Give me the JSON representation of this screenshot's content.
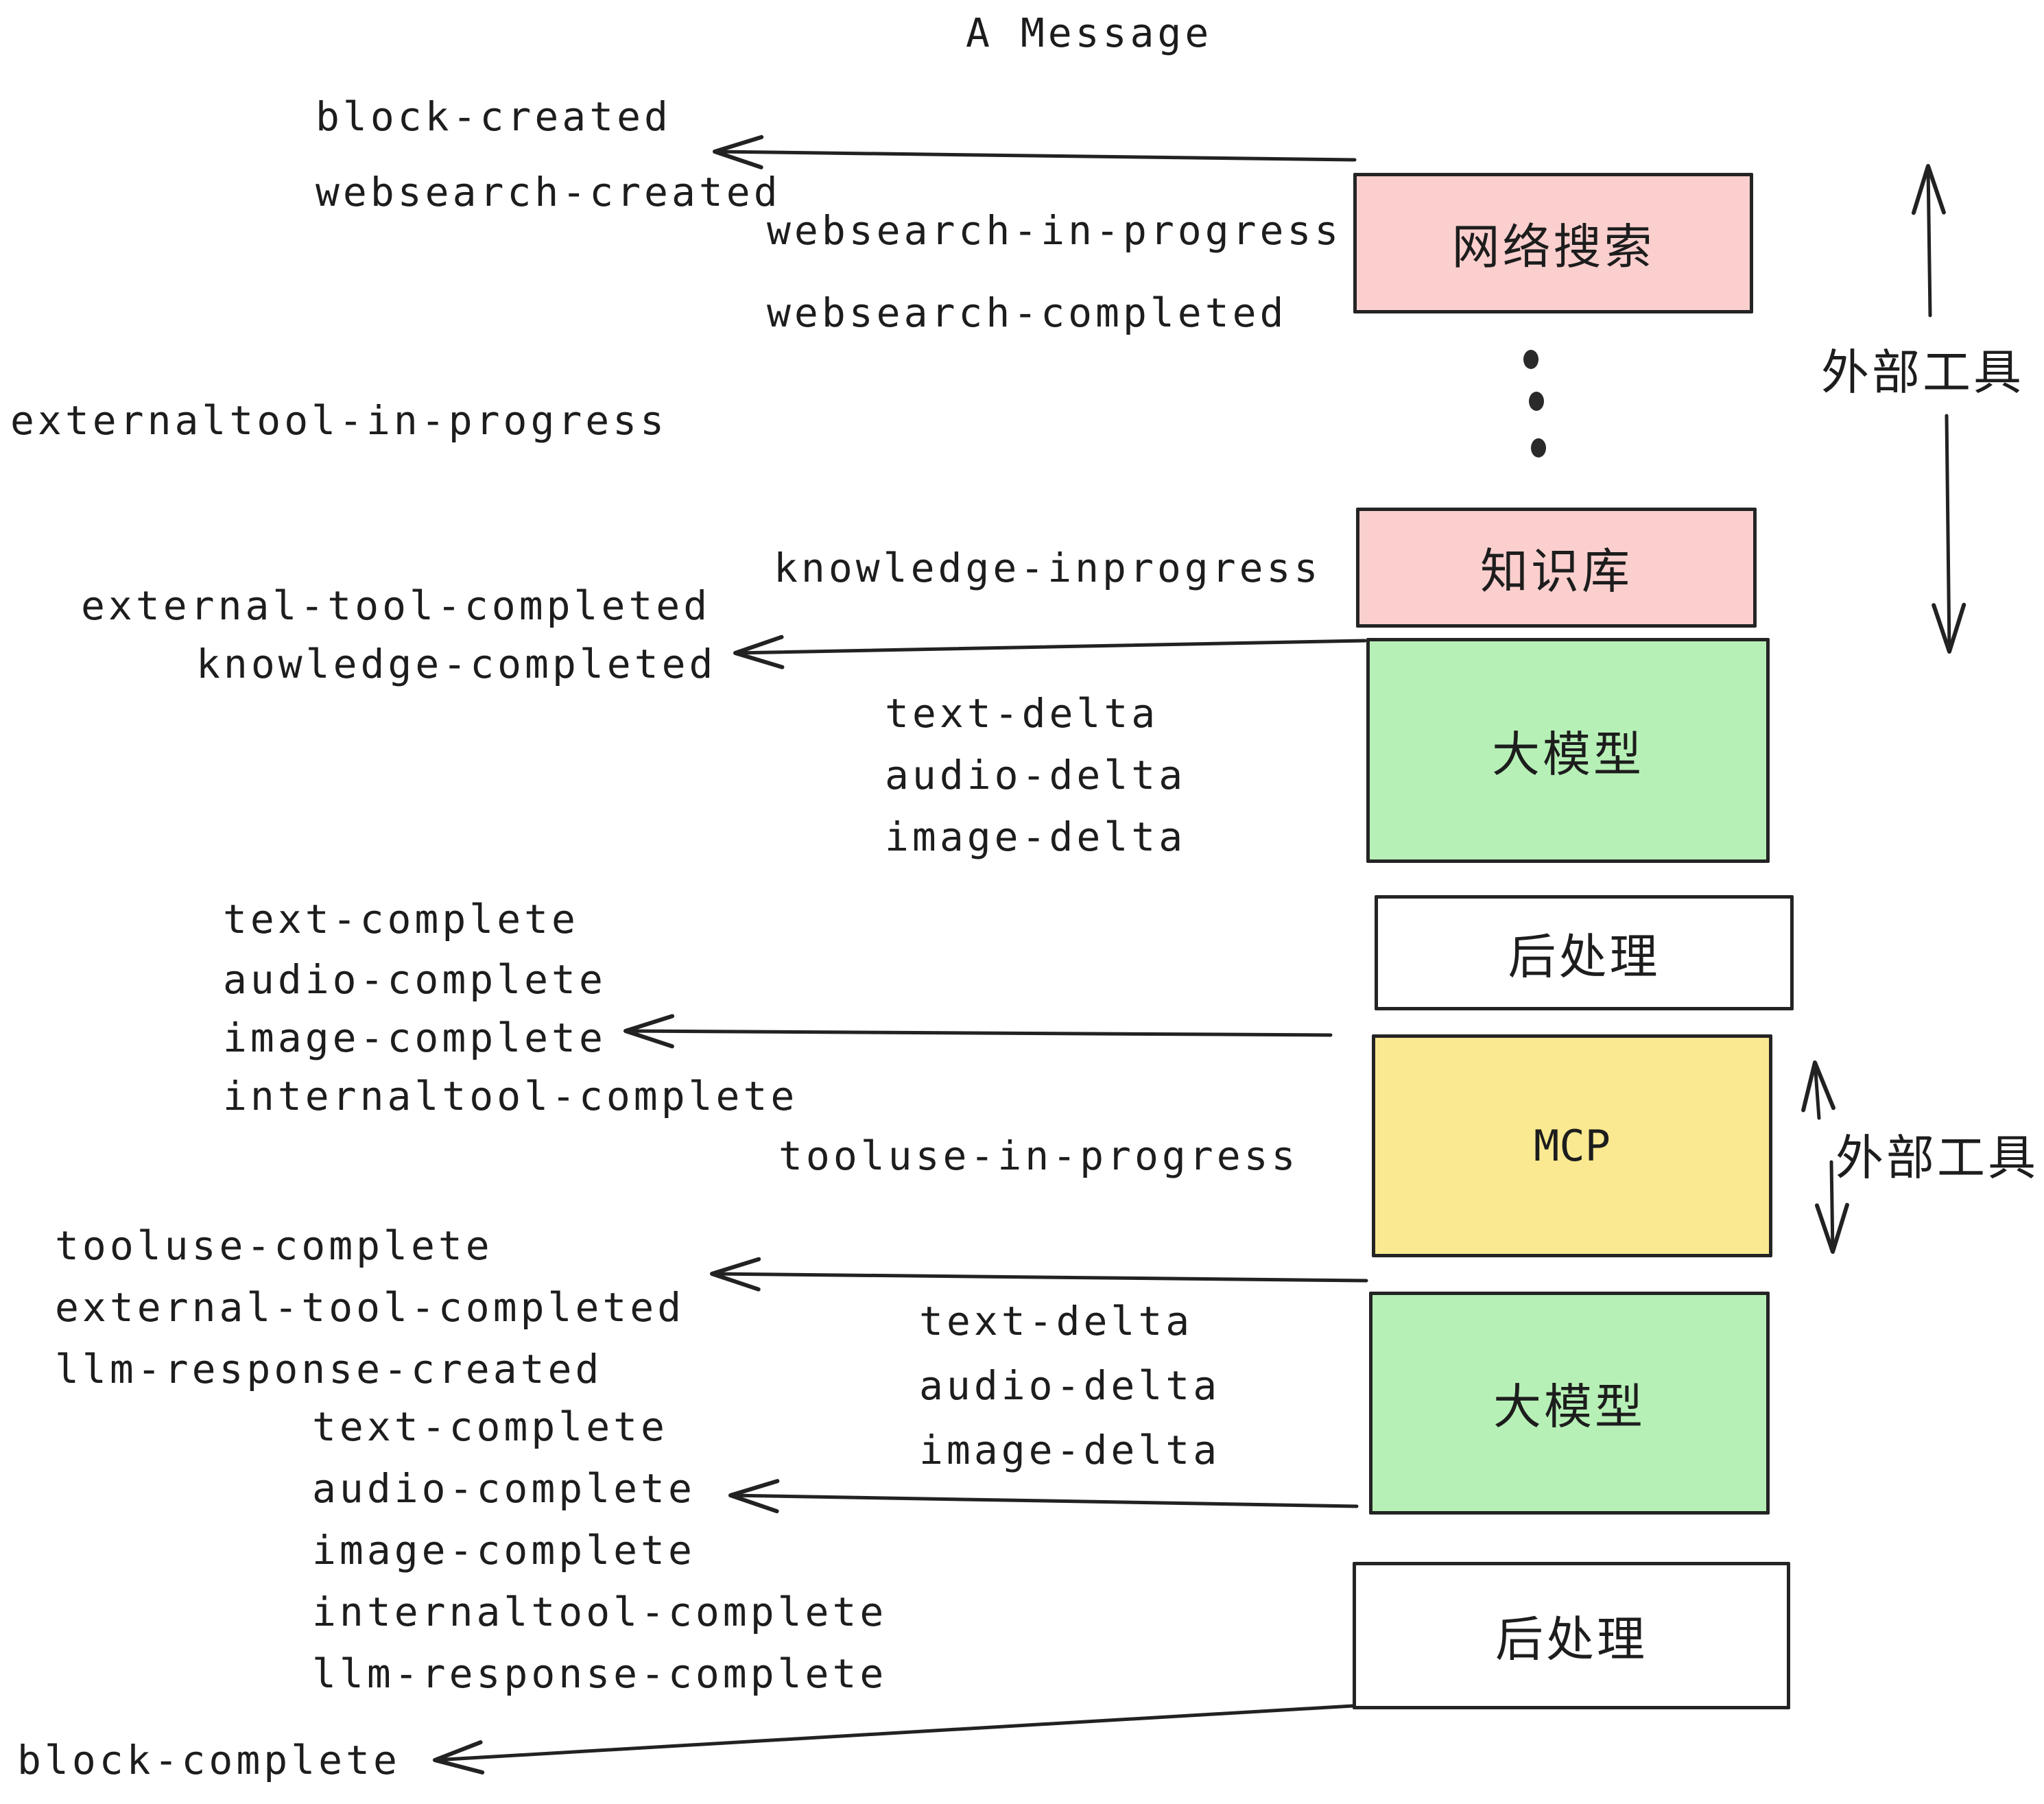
{
  "title": "A Message",
  "colors": {
    "pink": "#fbcfce",
    "green": "#b6f0b6",
    "yellow": "#fae991",
    "white": "#ffffff",
    "line": "#222222",
    "background": "#ffffff"
  },
  "boxes": [
    {
      "label": "网络搜索",
      "color": "#fbcfce"
    },
    {
      "label": "知识库",
      "color": "#fbcfce"
    },
    {
      "label": "大模型",
      "color": "#b6f0b6"
    },
    {
      "label": "后处理",
      "color": "#ffffff"
    },
    {
      "label": "MCP",
      "color": "#fae991"
    },
    {
      "label": "大模型",
      "color": "#b6f0b6"
    },
    {
      "label": "后处理",
      "color": "#ffffff"
    }
  ],
  "side_labels": {
    "top": "外部工具",
    "bottom": "外部工具"
  },
  "events": {
    "block_created": "block-created",
    "websearch_created": "websearch-created",
    "websearch_in_progress": "websearch-in-progress",
    "websearch_completed": "websearch-completed",
    "externaltool_in_progress": "externaltool-in-progress",
    "knowledge_inprogress": "knowledge-inprogress",
    "external_tool_completed": "external-tool-completed",
    "knowledge_completed": "knowledge-completed",
    "tooluse_in_progress": "tooluse-in-progress",
    "tooluse_complete": "tooluse-complete",
    "external_tool_completed_2": "external-tool-completed",
    "llm_response_created": "llm-response-created",
    "block_complete": "block-complete"
  },
  "delta_events": [
    "text-delta",
    "audio-delta",
    "image-delta"
  ],
  "complete_events_1": [
    "text-complete",
    "audio-complete",
    "image-complete",
    "internaltool-complete"
  ],
  "complete_events_2": [
    "text-complete",
    "audio-complete",
    "image-complete",
    "internaltool-complete",
    "llm-response-complete"
  ]
}
